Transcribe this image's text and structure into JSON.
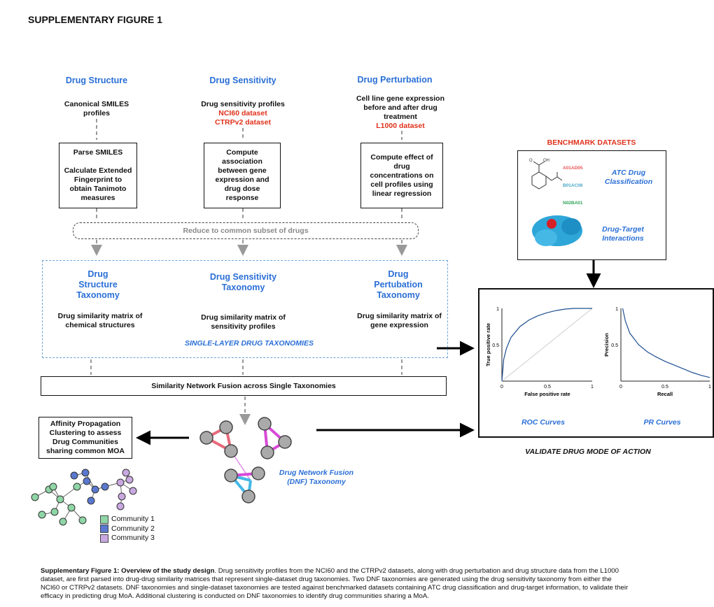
{
  "figure_title": "SUPPLEMENTARY FIGURE 1",
  "columns": [
    {
      "heading": "Drug Structure",
      "source_lines": [
        "Canonical SMILES",
        "profiles"
      ],
      "source_datasets": [],
      "step_lines": [
        "Parse SMILES",
        "",
        "Calculate Extended",
        "Fingerprint to",
        "obtain Tanimoto",
        "measures"
      ],
      "taxonomy_title_lines": [
        "Drug",
        "Structure",
        "Taxonomy"
      ],
      "taxonomy_desc_lines": [
        "Drug similarity matrix of",
        "chemical structures"
      ]
    },
    {
      "heading": "Drug Sensitivity",
      "source_lines": [
        "Drug sensitivity profiles"
      ],
      "source_datasets": [
        "NCI60 dataset",
        "CTRPv2 dataset"
      ],
      "step_lines": [
        "Compute",
        "association",
        "between gene",
        "expression and",
        "drug dose",
        "response"
      ],
      "taxonomy_title_lines": [
        "Drug Sensitivity",
        "Taxonomy"
      ],
      "taxonomy_desc_lines": [
        "Drug similarity matrix of",
        "sensitivity profiles"
      ]
    },
    {
      "heading": "Drug Perturbation",
      "source_lines": [
        "Cell line gene expression",
        "before and after drug",
        "treatment"
      ],
      "source_datasets": [
        "L1000 dataset"
      ],
      "step_lines": [
        "Compute effect of",
        "drug",
        "concentrations on",
        "cell profiles using",
        "linear regression"
      ],
      "taxonomy_title_lines": [
        "Drug",
        "Pertubation",
        "Taxonomy"
      ],
      "taxonomy_desc_lines": [
        "Drug similarity matrix of",
        "gene expression"
      ]
    }
  ],
  "reduce_label": "Reduce to common subset of drugs",
  "single_layer_label": "SINGLE-LAYER DRUG TAXONOMIES",
  "snf_label": "Similarity Network Fusion across Single Taxonomies",
  "dnf_label_lines": [
    "Drug Network Fusion",
    "(DNF) Taxonomy"
  ],
  "affinity_lines": [
    "Affinity Propagation",
    "Clustering to assess",
    "Drug Communities",
    "sharing common MOA"
  ],
  "communities": [
    {
      "label": "Community 1",
      "color": "#8fd6a6"
    },
    {
      "label": "Community 2",
      "color": "#5a78cf"
    },
    {
      "label": "Community 3",
      "color": "#c9a8e0"
    }
  ],
  "benchmark": {
    "title": "BENCHMARK DATASETS",
    "atc_codes": [
      {
        "code": "A01AD05",
        "color": "#e85656"
      },
      {
        "code": "B01AC06",
        "color": "#4aa6c9"
      },
      {
        "code": "N02BA01",
        "color": "#2fa35a"
      }
    ],
    "molecule_labels": [
      "O",
      "OH"
    ],
    "atc_label_lines": [
      "ATC Drug",
      "Classification"
    ],
    "dt_label_lines": [
      "Drug-Target",
      "Interactions"
    ]
  },
  "validate_label": "VALIDATE DRUG MODE OF ACTION",
  "chart_data": [
    {
      "type": "line",
      "title": "ROC Curves",
      "xlabel": "False positive rate",
      "ylabel": "True positive rate",
      "xlim": [
        0,
        1
      ],
      "ylim": [
        0,
        1
      ],
      "x_ticks": [
        "0",
        "0.5",
        "1"
      ],
      "y_ticks": [
        "0.5",
        "1"
      ],
      "series": [
        {
          "values": [
            [
              0,
              0
            ],
            [
              0.02,
              0.3
            ],
            [
              0.05,
              0.45
            ],
            [
              0.1,
              0.6
            ],
            [
              0.2,
              0.75
            ],
            [
              0.3,
              0.84
            ],
            [
              0.4,
              0.9
            ],
            [
              0.5,
              0.94
            ],
            [
              0.6,
              0.97
            ],
            [
              0.7,
              0.99
            ],
            [
              0.8,
              1.0
            ],
            [
              0.9,
              1.0
            ],
            [
              1.0,
              1.0
            ]
          ]
        },
        {
          "values": [
            [
              0,
              0
            ],
            [
              1,
              1
            ]
          ]
        }
      ]
    },
    {
      "type": "line",
      "title": "PR Curves",
      "xlabel": "Recall",
      "ylabel": "Precision",
      "xlim": [
        0,
        1
      ],
      "ylim": [
        0,
        1
      ],
      "x_ticks": [
        "0",
        "0.5",
        "1"
      ],
      "y_ticks": [
        "0.5",
        "1"
      ],
      "series": [
        {
          "values": [
            [
              0.02,
              1.0
            ],
            [
              0.05,
              0.83
            ],
            [
              0.1,
              0.66
            ],
            [
              0.2,
              0.5
            ],
            [
              0.3,
              0.4
            ],
            [
              0.4,
              0.33
            ],
            [
              0.5,
              0.27
            ],
            [
              0.6,
              0.22
            ],
            [
              0.7,
              0.17
            ],
            [
              0.8,
              0.12
            ],
            [
              0.9,
              0.08
            ],
            [
              1.0,
              0.05
            ]
          ]
        }
      ]
    }
  ],
  "caption": {
    "lead": "Supplementary Figure 1: Overview of the study design",
    "lines": [
      ". Drug sensitivity profiles from the NCI60 and the CTRPv2 datasets, along with drug perturbation and drug structure data from the L1000",
      "dataset, are first parsed into drug-drug similarity matrices that represent single-dataset drug taxonomies. Two DNF taxonomies are generated using the drug sensitivity taxonomy from either the",
      "NCI60 or CTRPv2 datasets. DNF taxonomies and single-dataset taxonomies are tested against benchmarked datasets containing ATC drug classification and drug-target information, to validate their",
      "efficacy in predicting drug MoA. Additional clustering is conducted on DNF taxonomies to identify drug communities sharing a MoA."
    ]
  }
}
